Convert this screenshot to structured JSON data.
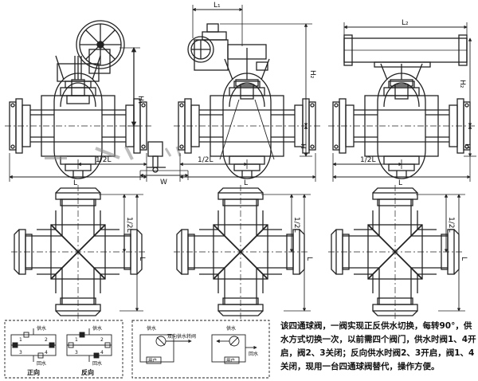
{
  "dims": {
    "L1": "L₁",
    "L2": "L₂",
    "H1": "H₁",
    "H2": "H₂",
    "H": "H",
    "half_L": "1/2L",
    "L": "L",
    "W": "W"
  },
  "legend_left": {
    "label_supply": "供水",
    "label_return": "回水",
    "valve_1": "1",
    "valve_2": "2",
    "valve_3": "3",
    "valve_4": "4",
    "caption_forward": "正向",
    "caption_reverse": "反向"
  },
  "legend_right": {
    "label_supply": "供水",
    "label_return": "回水",
    "label_valve": "双向供水转阀",
    "label_user": "用户"
  },
  "description": "该四通球阀，一阀实现正反供水切换，每转90°，供水方式切换一次，以前需四个阀门，供水时阀1、4开启，阀2、3关闭；反向供水时阀2、3开启，阀1、4关闭，现用一台四通球阀替代，操作方便。"
}
